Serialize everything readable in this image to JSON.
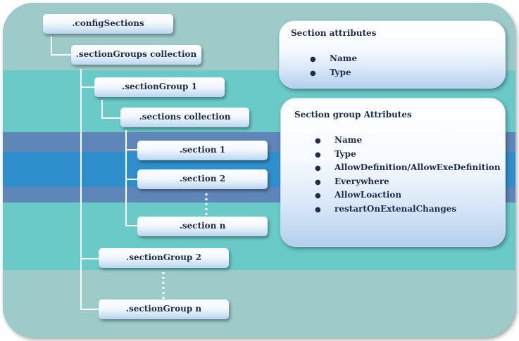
{
  "tree": {
    "config_sections": ".configSections",
    "section_groups_collection": ".sectionGroups collection",
    "section_group_1": ".sectionGroup 1",
    "sections_collection": ".sections collection",
    "section_1": ".section 1",
    "section_2": ".section 2",
    "section_n": ".section n",
    "section_group_2": ".sectionGroup 2",
    "section_group_n": ".sectionGroup n"
  },
  "section_attributes": {
    "title": "Section attributes",
    "bullet": "●",
    "items": [
      "Name",
      "Type"
    ]
  },
  "section_group_attributes": {
    "title": "Section group Attributes",
    "bullet": "●",
    "items": [
      "Name",
      "Type",
      "AllowDefinition/AllowExeDefinition",
      "Everywhere",
      "AllowLoaction",
      "restartOnExtenalChanges"
    ]
  }
}
